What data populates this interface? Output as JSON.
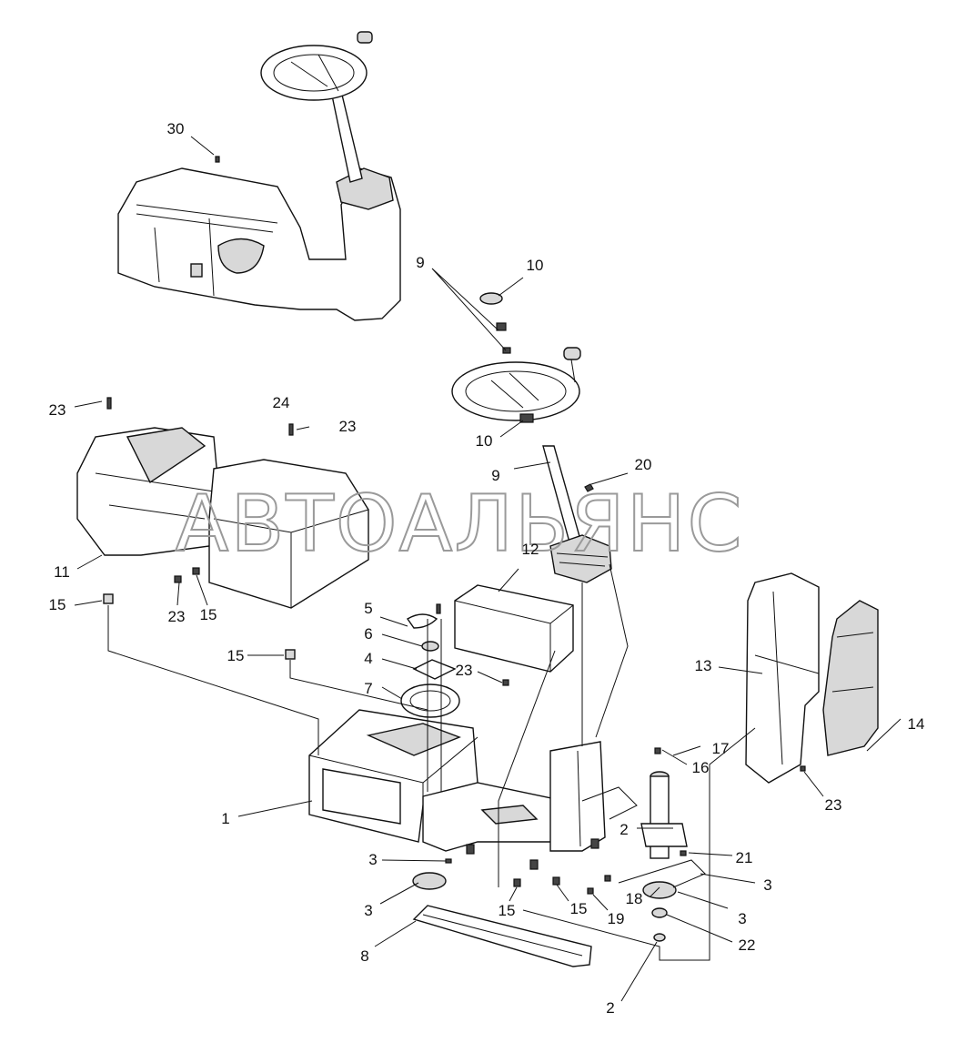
{
  "watermark": "АВТОАЛЬЯНС",
  "callouts": [
    {
      "id": "30",
      "text": "30"
    },
    {
      "id": "9a",
      "text": "9"
    },
    {
      "id": "10a",
      "text": "10"
    },
    {
      "id": "23a",
      "text": "23"
    },
    {
      "id": "24",
      "text": "24"
    },
    {
      "id": "23b",
      "text": "23"
    },
    {
      "id": "10b",
      "text": "10"
    },
    {
      "id": "9b",
      "text": "9"
    },
    {
      "id": "20",
      "text": "20"
    },
    {
      "id": "11",
      "text": "11"
    },
    {
      "id": "12",
      "text": "12"
    },
    {
      "id": "15a",
      "text": "15"
    },
    {
      "id": "23c",
      "text": "23"
    },
    {
      "id": "15b",
      "text": "15"
    },
    {
      "id": "5",
      "text": "5"
    },
    {
      "id": "6",
      "text": "6"
    },
    {
      "id": "15c",
      "text": "15"
    },
    {
      "id": "4",
      "text": "4"
    },
    {
      "id": "23d",
      "text": "23"
    },
    {
      "id": "13",
      "text": "13"
    },
    {
      "id": "7",
      "text": "7"
    },
    {
      "id": "14",
      "text": "14"
    },
    {
      "id": "17",
      "text": "17"
    },
    {
      "id": "16",
      "text": "16"
    },
    {
      "id": "1",
      "text": "1"
    },
    {
      "id": "23e",
      "text": "23"
    },
    {
      "id": "2a",
      "text": "2"
    },
    {
      "id": "21",
      "text": "21"
    },
    {
      "id": "3a",
      "text": "3"
    },
    {
      "id": "3b",
      "text": "3"
    },
    {
      "id": "18",
      "text": "18"
    },
    {
      "id": "3c",
      "text": "3"
    },
    {
      "id": "3d",
      "text": "3"
    },
    {
      "id": "15d",
      "text": "15"
    },
    {
      "id": "15e",
      "text": "15"
    },
    {
      "id": "19",
      "text": "19"
    },
    {
      "id": "22",
      "text": "22"
    },
    {
      "id": "8",
      "text": "8"
    },
    {
      "id": "2b",
      "text": "2"
    }
  ]
}
